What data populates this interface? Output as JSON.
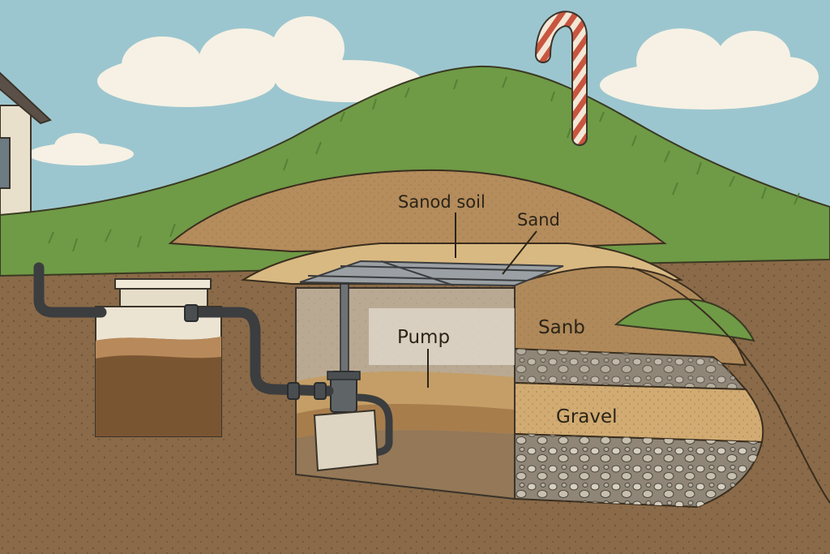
{
  "labels": {
    "sandy_soil": "Sanod soil",
    "sand_top": "Sand",
    "sand_mid": "Sanb",
    "pump": "Pump",
    "gravel": "Gravel"
  },
  "colors": {
    "sky": "#9cc6cf",
    "cloud": "#f6f1e4",
    "grass": "#6f9a46",
    "grass_dark": "#4f7a30",
    "soil_brown": "#8a6a48",
    "sand": "#c9a46d",
    "sand_light": "#d9b982",
    "gravel": "#8f8678",
    "pipe": "#3b3d3f",
    "tank_water": "#7a5532",
    "candy_red": "#c8553f"
  }
}
